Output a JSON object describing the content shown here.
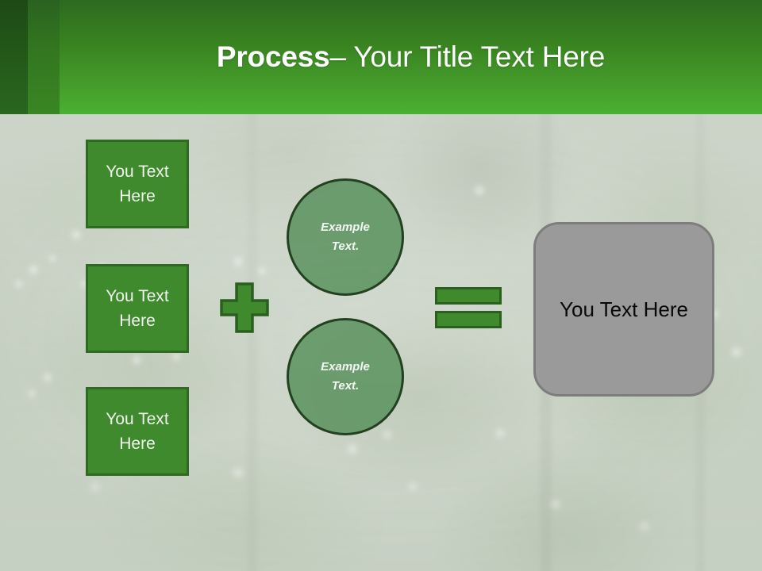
{
  "slide": {
    "title": {
      "bold_part": "Process",
      "rest_part": " – Your Title Text Here"
    },
    "colors": {
      "header_top": "#2d6a21",
      "header_bottom": "#4bb033",
      "header_band_dark": "#1d4a16",
      "header_band_mid": "#2a6220",
      "box_fill": "#3f8a2d",
      "box_border": "#2f6a22",
      "circle_fill": "#609664",
      "circle_border": "#23401f",
      "operator_fill": "#3f8a2d",
      "operator_border": "#2a5f1f",
      "result_fill": "#9a9a9a",
      "result_border": "#7d7d7d",
      "title_text": "#ffffff",
      "box_text": "#f1f6ef",
      "result_text": "#080808"
    },
    "input_boxes": [
      {
        "label": "You Text Here"
      },
      {
        "label": "You Text Here"
      },
      {
        "label": "You Text Here"
      }
    ],
    "circles": [
      {
        "line1": "Example",
        "line2": "Text."
      },
      {
        "line1": "Example",
        "line2": "Text."
      }
    ],
    "operators": {
      "plus": "plus-sign",
      "equals": "equals-sign"
    },
    "result_box": {
      "label": "You Text Here"
    }
  }
}
